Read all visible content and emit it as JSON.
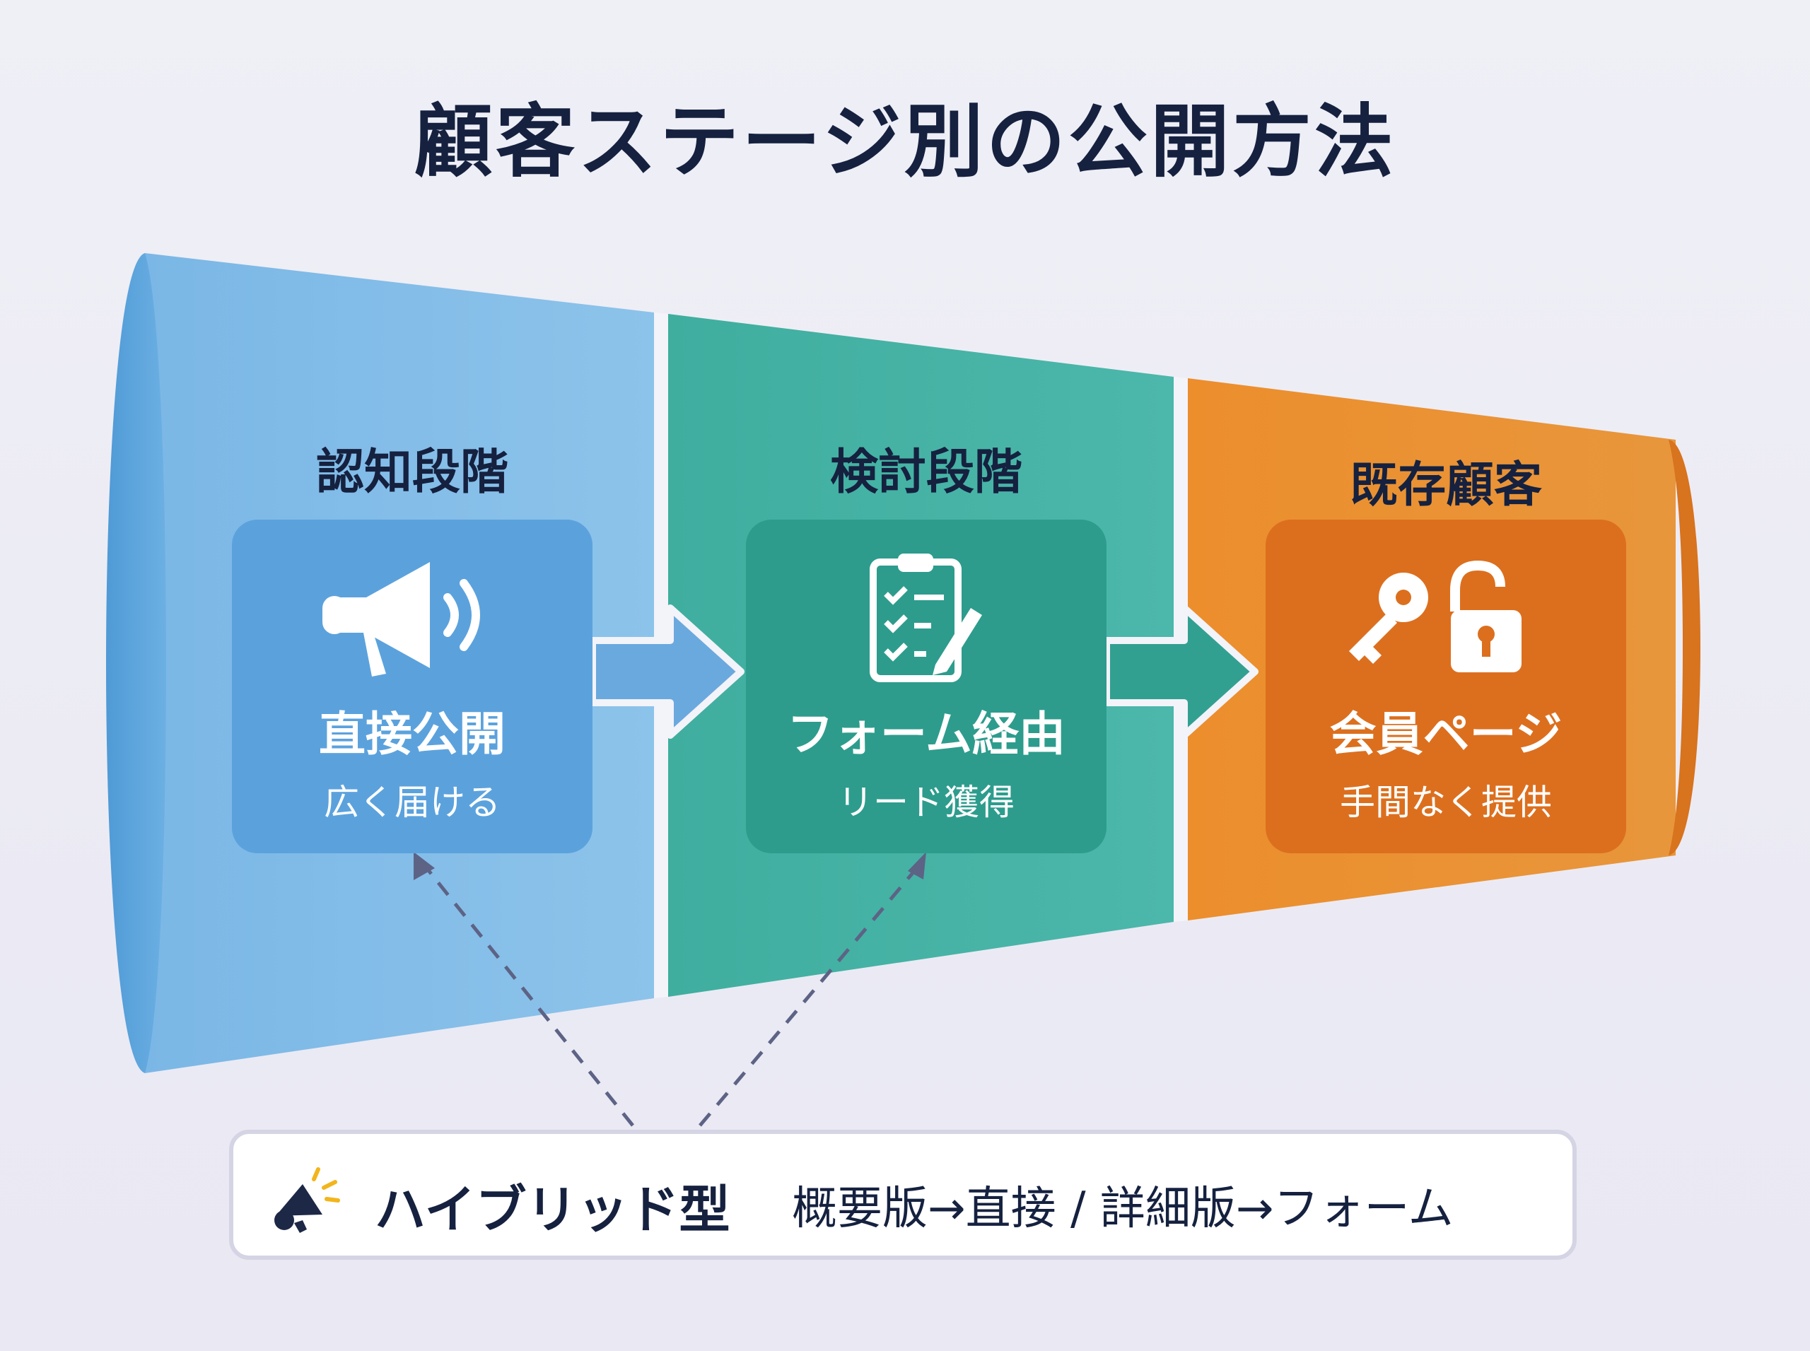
{
  "title": "顧客ステージ別の公開方法",
  "stages": [
    {
      "heading": "認知段階",
      "method": "直接公開",
      "note": "広く届ける",
      "icon": "megaphone-icon"
    },
    {
      "heading": "検討段階",
      "method": "フォーム経由",
      "note": "リード獲得",
      "icon": "clipboard-checklist-icon"
    },
    {
      "heading": "既存顧客",
      "method": "会員ページ",
      "note": "手間なく提供",
      "icon": "key-and-lock-icon"
    }
  ],
  "hybrid": {
    "label": "ハイブリッド型",
    "description": "概要版→直接 / 詳細版→フォーム",
    "icon": "megaphone-icon"
  },
  "colors": {
    "awareness": "#6fb0e3",
    "consideration": "#3aaa9e",
    "existing": "#e8892c",
    "text": "#15213f"
  }
}
